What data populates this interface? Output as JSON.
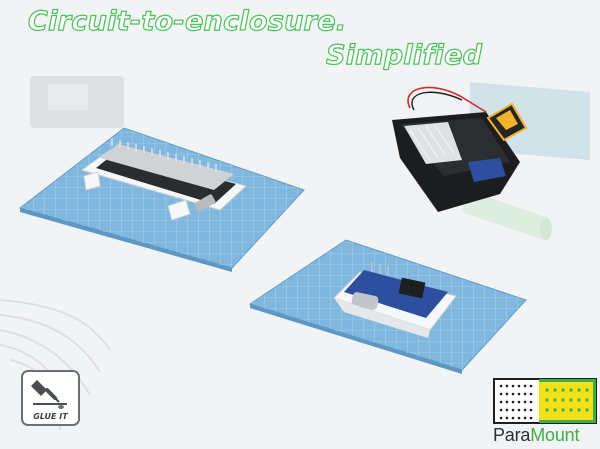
{
  "headline": {
    "line1": "Circuit-to-enclosure.",
    "line2": "Simplified"
  },
  "badge": {
    "label": "GLUE IT",
    "icon": "glue-bottle-icon"
  },
  "brand": {
    "name_part1": "Para",
    "name_part2": "Mount",
    "logo": "breadboard-logo-icon"
  },
  "colors": {
    "headline_green": "#4cc25a",
    "mat_blue": "#8ec3e6",
    "enclosure_black": "#1c1d1f",
    "brand_green": "#3fae49",
    "pcb_blue": "#2e4fa0"
  }
}
